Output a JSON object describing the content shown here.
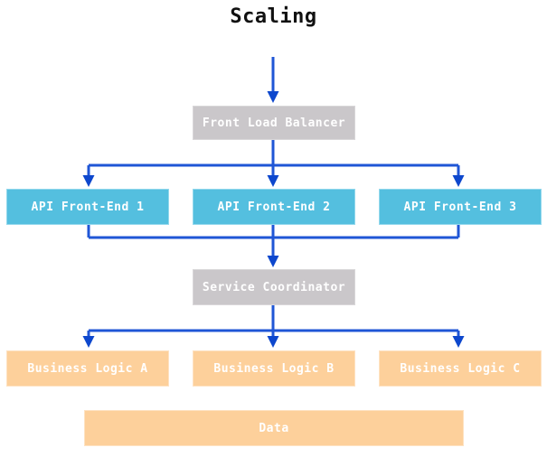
{
  "title": "Scaling",
  "nodes": {
    "front_load_balancer": {
      "label": "Front Load Balancer"
    },
    "api_front_end_1": {
      "label": "API Front-End 1"
    },
    "api_front_end_2": {
      "label": "API Front-End 2"
    },
    "api_front_end_3": {
      "label": "API Front-End 3"
    },
    "service_coordinator": {
      "label": "Service Coordinator"
    },
    "business_logic_a": {
      "label": "Business Logic A"
    },
    "business_logic_b": {
      "label": "Business Logic B"
    },
    "business_logic_c": {
      "label": "Business Logic C"
    },
    "data": {
      "label": "Data"
    }
  },
  "colors": {
    "edge": "#1f56d6",
    "edge_arrow": "#0d47cd",
    "node_gray": "#cac7ca",
    "node_blue": "#54bfdf",
    "node_orange": "#fdd09b",
    "label_text": "#ffffff",
    "title_text": "#111111"
  }
}
